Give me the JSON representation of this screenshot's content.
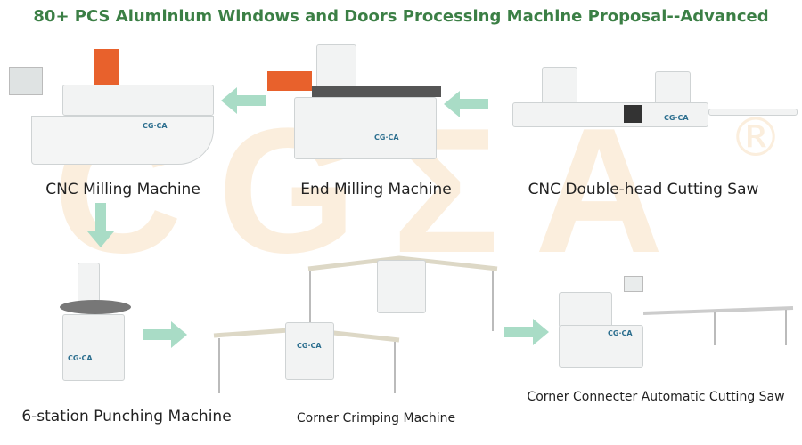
{
  "title": "80+ PCS Aluminium Windows and Doors Processing Machine Proposal--Advanced",
  "watermark": {
    "text": "CGΣA",
    "registered": "®"
  },
  "brand_plate": "CG·CA",
  "machines": [
    {
      "label": "CNC Milling Machine"
    },
    {
      "label": "End Milling Machine"
    },
    {
      "label": "CNC Double-head Cutting Saw"
    },
    {
      "label": "6-station Punching Machine"
    },
    {
      "label": "Corner Crimping Machine"
    },
    {
      "label": "Corner Connecter Automatic Cutting Saw"
    }
  ],
  "colors": {
    "title": "#3b7f45",
    "arrow": "#a9dcc6",
    "watermark": "#fbeedd"
  }
}
